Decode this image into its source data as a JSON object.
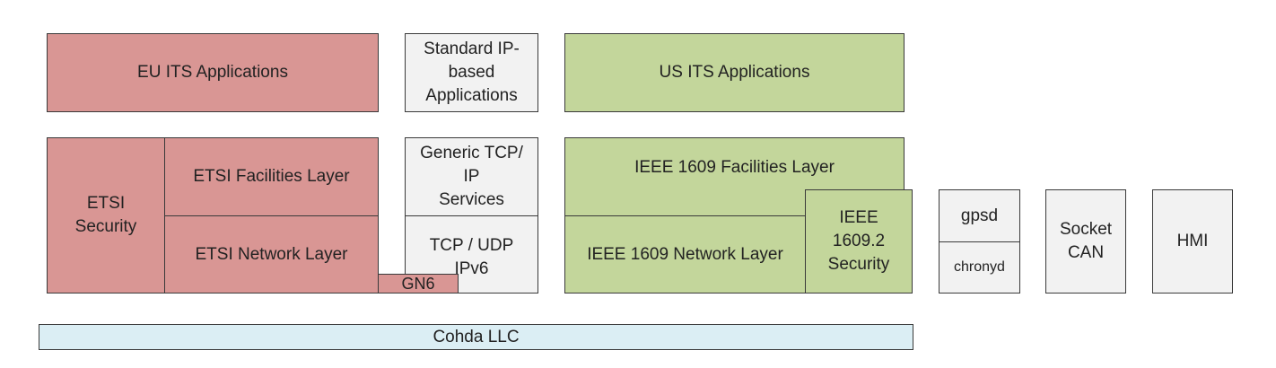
{
  "diagram": {
    "colors": {
      "eu": "#d99694",
      "standard": "#f2f2f2",
      "us": "#c3d69b",
      "llc": "#dbeef4",
      "border": "#3a3a3a"
    },
    "row1": {
      "eu_its_applications": "EU ITS Applications",
      "standard_ip_applications": "Standard IP-\nbased\nApplications",
      "us_its_applications": "US ITS Applications"
    },
    "eu_stack": {
      "etsi_security": "ETSI\nSecurity",
      "etsi_facilities": "ETSI Facilities Layer",
      "etsi_network": "ETSI Network Layer",
      "gn6": "GN6"
    },
    "ip_stack": {
      "generic_tcpip": "Generic TCP/\nIP\nServices",
      "tcp_udp_ipv6": "TCP / UDP\nIPv6"
    },
    "us_stack": {
      "ieee_facilities": "IEEE 1609 Facilities Layer",
      "ieee_network": "IEEE 1609 Network Layer",
      "ieee_security": "IEEE\n1609.2\nSecurity"
    },
    "services": {
      "gpsd": "gpsd",
      "chronyd": "chronyd",
      "socket_can": "Socket\nCAN",
      "hmi": "HMI"
    },
    "llc": "Cohda LLC"
  }
}
